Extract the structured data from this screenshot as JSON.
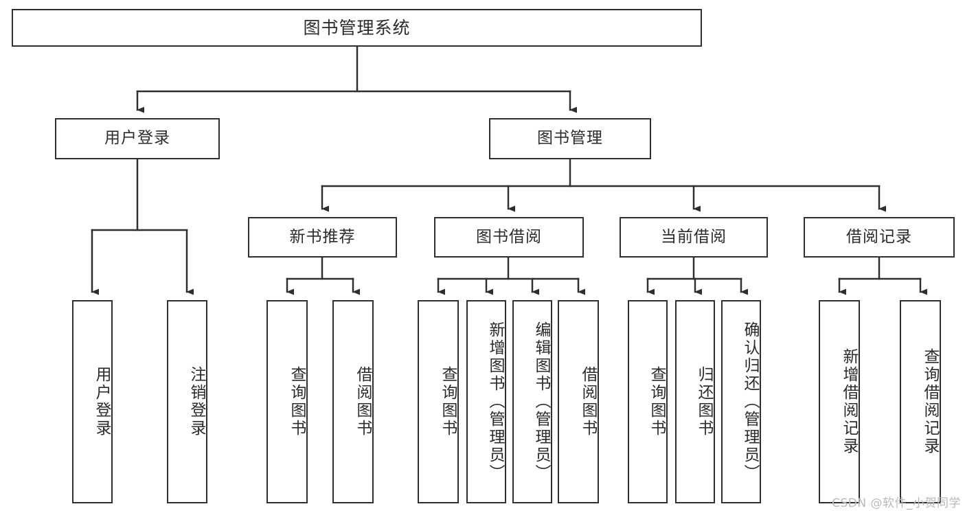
{
  "diagram": {
    "title": "图书管理系统",
    "type": "tree-hierarchy-chart",
    "watermark": "CSDN @软件_小贺同学",
    "colors": {
      "stroke": "#2f2f2f",
      "fill": "#ffffff",
      "text": "#2b2b2b",
      "watermark": "#b9b9b9"
    }
  },
  "root": {
    "label": "图书管理系统"
  },
  "level2": [
    {
      "label": "用户登录"
    },
    {
      "label": "图书管理"
    }
  ],
  "level3": [
    {
      "label": "新书推荐"
    },
    {
      "label": "图书借阅"
    },
    {
      "label": "当前借阅"
    },
    {
      "label": "借阅记录"
    }
  ],
  "leaves": {
    "user_login": [
      {
        "label": "用户登录"
      },
      {
        "label": "注销登录"
      }
    ],
    "new_book_recommend": [
      {
        "label": "查询图书"
      },
      {
        "label": "借阅图书"
      }
    ],
    "book_borrow": [
      {
        "label": "查询图书"
      },
      {
        "label": "新增图书（管理员）"
      },
      {
        "label": "编辑图书（管理员）"
      },
      {
        "label": "借阅图书"
      }
    ],
    "current_borrow": [
      {
        "label": "查询图书"
      },
      {
        "label": "归还图书"
      },
      {
        "label": "确认归还（管理员）"
      }
    ],
    "borrow_record": [
      {
        "label": "新增借阅记录"
      },
      {
        "label": "查询借阅记录"
      }
    ]
  }
}
